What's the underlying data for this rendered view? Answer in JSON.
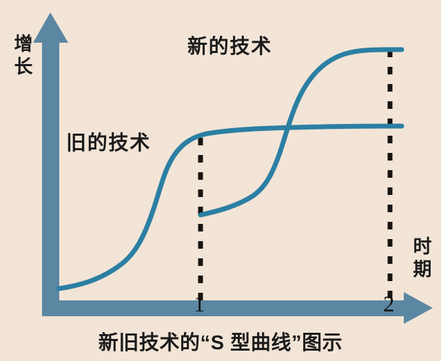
{
  "figure": {
    "caption": "新旧技术的“S 型曲线”图示",
    "background_color": "#f2e4d6",
    "axis_color": "#5b87a3",
    "curve_color": "#2b7fa3",
    "text_color": "#1b1b1b"
  },
  "axes": {
    "y_label": "增长",
    "x_label": "时期",
    "x_ticks": [
      {
        "label": "1"
      },
      {
        "label": "2"
      }
    ]
  },
  "series_labels": {
    "old_technology": "旧的技术",
    "new_technology": "新的技术"
  },
  "chart_data": {
    "type": "line",
    "title": "新旧技术的“S 型曲线”图示",
    "xlabel": "时期",
    "ylabel": "增长",
    "xlim": [
      0,
      2.4
    ],
    "ylim": [
      0,
      1.05
    ],
    "grid": false,
    "legend": "inline-annotations",
    "xticks": [
      1,
      2
    ],
    "xtick_labels": [
      "1",
      "2"
    ],
    "annotations": [
      {
        "text": "旧的技术",
        "x": 0.15,
        "y": 0.58
      },
      {
        "text": "新的技术",
        "x": 0.95,
        "y": 0.91
      }
    ],
    "vertical_dashed_lines": [
      {
        "x": 1,
        "y_from": 0,
        "y_to": 0.68
      },
      {
        "x": 2,
        "y_from": 0,
        "y_to": 0.98
      }
    ],
    "series": [
      {
        "name": "旧的技术",
        "color": "#2b7fa3",
        "x": [
          0.0,
          0.15,
          0.3,
          0.45,
          0.6,
          0.7,
          0.78,
          0.86,
          0.94,
          1.0,
          1.15,
          1.35,
          1.6,
          1.9,
          2.2,
          2.4
        ],
        "y": [
          0.06,
          0.09,
          0.14,
          0.22,
          0.36,
          0.47,
          0.56,
          0.62,
          0.66,
          0.68,
          0.69,
          0.7,
          0.71,
          0.72,
          0.73,
          0.73
        ]
      },
      {
        "name": "新的技术",
        "color": "#2b7fa3",
        "x": [
          1.0,
          1.1,
          1.22,
          1.34,
          1.44,
          1.54,
          1.64,
          1.74,
          1.86,
          2.0,
          2.15,
          2.4
        ],
        "y": [
          0.3,
          0.33,
          0.4,
          0.52,
          0.64,
          0.76,
          0.85,
          0.91,
          0.95,
          0.975,
          0.98,
          0.98
        ]
      }
    ],
    "crossing_point": {
      "x": 1.42,
      "y": 0.715
    }
  }
}
